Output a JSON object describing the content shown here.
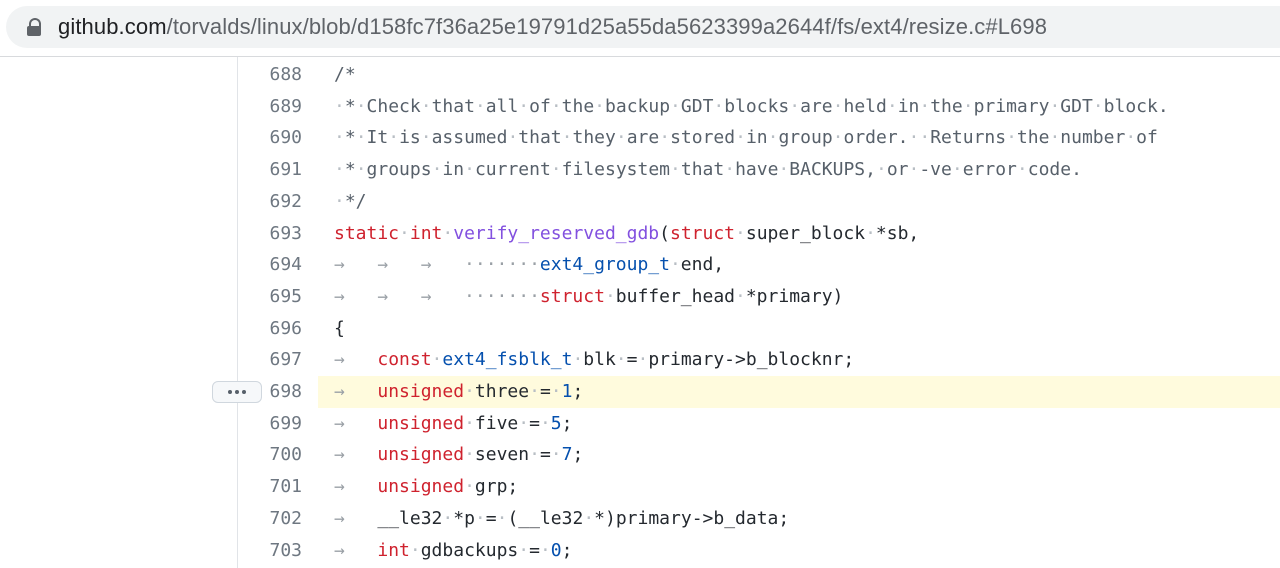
{
  "browser": {
    "url_host": "github.com",
    "url_path": "/torvalds/linux/blob/d158fc7f36a25e19791d25a55da5623399a2644f/fs/ext4/resize.c#L698"
  },
  "code": {
    "highlighted_line": "698",
    "lines": [
      {
        "n": "688",
        "tokens": [
          {
            "t": "/*",
            "c": "cm"
          }
        ]
      },
      {
        "n": "689",
        "tokens": [
          {
            "t": "·",
            "c": "ws"
          },
          {
            "t": "*",
            "c": "cm"
          },
          {
            "t": "·",
            "c": "ws"
          },
          {
            "t": "Check",
            "c": "cm"
          },
          {
            "t": "·",
            "c": "ws"
          },
          {
            "t": "that",
            "c": "cm"
          },
          {
            "t": "·",
            "c": "ws"
          },
          {
            "t": "all",
            "c": "cm"
          },
          {
            "t": "·",
            "c": "ws"
          },
          {
            "t": "of",
            "c": "cm"
          },
          {
            "t": "·",
            "c": "ws"
          },
          {
            "t": "the",
            "c": "cm"
          },
          {
            "t": "·",
            "c": "ws"
          },
          {
            "t": "backup",
            "c": "cm"
          },
          {
            "t": "·",
            "c": "ws"
          },
          {
            "t": "GDT",
            "c": "cm"
          },
          {
            "t": "·",
            "c": "ws"
          },
          {
            "t": "blocks",
            "c": "cm"
          },
          {
            "t": "·",
            "c": "ws"
          },
          {
            "t": "are",
            "c": "cm"
          },
          {
            "t": "·",
            "c": "ws"
          },
          {
            "t": "held",
            "c": "cm"
          },
          {
            "t": "·",
            "c": "ws"
          },
          {
            "t": "in",
            "c": "cm"
          },
          {
            "t": "·",
            "c": "ws"
          },
          {
            "t": "the",
            "c": "cm"
          },
          {
            "t": "·",
            "c": "ws"
          },
          {
            "t": "primary",
            "c": "cm"
          },
          {
            "t": "·",
            "c": "ws"
          },
          {
            "t": "GDT",
            "c": "cm"
          },
          {
            "t": "·",
            "c": "ws"
          },
          {
            "t": "block.",
            "c": "cm"
          }
        ]
      },
      {
        "n": "690",
        "tokens": [
          {
            "t": "·",
            "c": "ws"
          },
          {
            "t": "*",
            "c": "cm"
          },
          {
            "t": "·",
            "c": "ws"
          },
          {
            "t": "It",
            "c": "cm"
          },
          {
            "t": "·",
            "c": "ws"
          },
          {
            "t": "is",
            "c": "cm"
          },
          {
            "t": "·",
            "c": "ws"
          },
          {
            "t": "assumed",
            "c": "cm"
          },
          {
            "t": "·",
            "c": "ws"
          },
          {
            "t": "that",
            "c": "cm"
          },
          {
            "t": "·",
            "c": "ws"
          },
          {
            "t": "they",
            "c": "cm"
          },
          {
            "t": "·",
            "c": "ws"
          },
          {
            "t": "are",
            "c": "cm"
          },
          {
            "t": "·",
            "c": "ws"
          },
          {
            "t": "stored",
            "c": "cm"
          },
          {
            "t": "·",
            "c": "ws"
          },
          {
            "t": "in",
            "c": "cm"
          },
          {
            "t": "·",
            "c": "ws"
          },
          {
            "t": "group",
            "c": "cm"
          },
          {
            "t": "·",
            "c": "ws"
          },
          {
            "t": "order.",
            "c": "cm"
          },
          {
            "t": "··",
            "c": "ws"
          },
          {
            "t": "Returns",
            "c": "cm"
          },
          {
            "t": "·",
            "c": "ws"
          },
          {
            "t": "the",
            "c": "cm"
          },
          {
            "t": "·",
            "c": "ws"
          },
          {
            "t": "number",
            "c": "cm"
          },
          {
            "t": "·",
            "c": "ws"
          },
          {
            "t": "of",
            "c": "cm"
          }
        ]
      },
      {
        "n": "691",
        "tokens": [
          {
            "t": "·",
            "c": "ws"
          },
          {
            "t": "*",
            "c": "cm"
          },
          {
            "t": "·",
            "c": "ws"
          },
          {
            "t": "groups",
            "c": "cm"
          },
          {
            "t": "·",
            "c": "ws"
          },
          {
            "t": "in",
            "c": "cm"
          },
          {
            "t": "·",
            "c": "ws"
          },
          {
            "t": "current",
            "c": "cm"
          },
          {
            "t": "·",
            "c": "ws"
          },
          {
            "t": "filesystem",
            "c": "cm"
          },
          {
            "t": "·",
            "c": "ws"
          },
          {
            "t": "that",
            "c": "cm"
          },
          {
            "t": "·",
            "c": "ws"
          },
          {
            "t": "have",
            "c": "cm"
          },
          {
            "t": "·",
            "c": "ws"
          },
          {
            "t": "BACKUPS,",
            "c": "cm"
          },
          {
            "t": "·",
            "c": "ws"
          },
          {
            "t": "or",
            "c": "cm"
          },
          {
            "t": "·",
            "c": "ws"
          },
          {
            "t": "-ve",
            "c": "cm"
          },
          {
            "t": "·",
            "c": "ws"
          },
          {
            "t": "error",
            "c": "cm"
          },
          {
            "t": "·",
            "c": "ws"
          },
          {
            "t": "code.",
            "c": "cm"
          }
        ]
      },
      {
        "n": "692",
        "tokens": [
          {
            "t": "·",
            "c": "ws"
          },
          {
            "t": "*/",
            "c": "cm"
          }
        ]
      },
      {
        "n": "693",
        "tokens": [
          {
            "t": "static",
            "c": "kw"
          },
          {
            "t": "·",
            "c": "ws"
          },
          {
            "t": "int",
            "c": "kw"
          },
          {
            "t": "·",
            "c": "ws"
          },
          {
            "t": "verify_reserved_gdb",
            "c": "fn"
          },
          {
            "t": "(",
            "c": ""
          },
          {
            "t": "struct",
            "c": "kw"
          },
          {
            "t": "·",
            "c": "ws"
          },
          {
            "t": "super_block",
            "c": ""
          },
          {
            "t": "·",
            "c": "ws"
          },
          {
            "t": "*sb,",
            "c": ""
          }
        ]
      },
      {
        "n": "694",
        "tokens": [
          {
            "t": "→   →   →   ·······",
            "c": "arr"
          },
          {
            "t": "ext4_group_t",
            "c": "ty"
          },
          {
            "t": "·",
            "c": "ws"
          },
          {
            "t": "end,",
            "c": ""
          }
        ]
      },
      {
        "n": "695",
        "tokens": [
          {
            "t": "→   →   →   ·······",
            "c": "arr"
          },
          {
            "t": "struct",
            "c": "kw"
          },
          {
            "t": "·",
            "c": "ws"
          },
          {
            "t": "buffer_head",
            "c": ""
          },
          {
            "t": "·",
            "c": "ws"
          },
          {
            "t": "*primary)",
            "c": ""
          }
        ]
      },
      {
        "n": "696",
        "tokens": [
          {
            "t": "{",
            "c": ""
          }
        ]
      },
      {
        "n": "697",
        "tokens": [
          {
            "t": "→   ",
            "c": "arr"
          },
          {
            "t": "const",
            "c": "kw"
          },
          {
            "t": "·",
            "c": "ws"
          },
          {
            "t": "ext4_fsblk_t",
            "c": "ty"
          },
          {
            "t": "·",
            "c": "ws"
          },
          {
            "t": "blk",
            "c": ""
          },
          {
            "t": "·",
            "c": "ws"
          },
          {
            "t": "=",
            "c": ""
          },
          {
            "t": "·",
            "c": "ws"
          },
          {
            "t": "primary->b_blocknr;",
            "c": ""
          }
        ]
      },
      {
        "n": "698",
        "tokens": [
          {
            "t": "→   ",
            "c": "arr"
          },
          {
            "t": "unsigned",
            "c": "kw"
          },
          {
            "t": "·",
            "c": "ws"
          },
          {
            "t": "three",
            "c": ""
          },
          {
            "t": "·",
            "c": "ws"
          },
          {
            "t": "=",
            "c": ""
          },
          {
            "t": "·",
            "c": "ws"
          },
          {
            "t": "1",
            "c": "num"
          },
          {
            "t": ";",
            "c": ""
          }
        ]
      },
      {
        "n": "699",
        "tokens": [
          {
            "t": "→   ",
            "c": "arr"
          },
          {
            "t": "unsigned",
            "c": "kw"
          },
          {
            "t": "·",
            "c": "ws"
          },
          {
            "t": "five",
            "c": ""
          },
          {
            "t": "·",
            "c": "ws"
          },
          {
            "t": "=",
            "c": ""
          },
          {
            "t": "·",
            "c": "ws"
          },
          {
            "t": "5",
            "c": "num"
          },
          {
            "t": ";",
            "c": ""
          }
        ]
      },
      {
        "n": "700",
        "tokens": [
          {
            "t": "→   ",
            "c": "arr"
          },
          {
            "t": "unsigned",
            "c": "kw"
          },
          {
            "t": "·",
            "c": "ws"
          },
          {
            "t": "seven",
            "c": ""
          },
          {
            "t": "·",
            "c": "ws"
          },
          {
            "t": "=",
            "c": ""
          },
          {
            "t": "·",
            "c": "ws"
          },
          {
            "t": "7",
            "c": "num"
          },
          {
            "t": ";",
            "c": ""
          }
        ]
      },
      {
        "n": "701",
        "tokens": [
          {
            "t": "→   ",
            "c": "arr"
          },
          {
            "t": "unsigned",
            "c": "kw"
          },
          {
            "t": "·",
            "c": "ws"
          },
          {
            "t": "grp;",
            "c": ""
          }
        ]
      },
      {
        "n": "702",
        "tokens": [
          {
            "t": "→   ",
            "c": "arr"
          },
          {
            "t": "__le32",
            "c": ""
          },
          {
            "t": "·",
            "c": "ws"
          },
          {
            "t": "*p",
            "c": ""
          },
          {
            "t": "·",
            "c": "ws"
          },
          {
            "t": "=",
            "c": ""
          },
          {
            "t": "·",
            "c": "ws"
          },
          {
            "t": "(__le32",
            "c": ""
          },
          {
            "t": "·",
            "c": "ws"
          },
          {
            "t": "*)primary->b_data;",
            "c": ""
          }
        ]
      },
      {
        "n": "703",
        "tokens": [
          {
            "t": "→   ",
            "c": "arr"
          },
          {
            "t": "int",
            "c": "kw"
          },
          {
            "t": "·",
            "c": "ws"
          },
          {
            "t": "gdbackups",
            "c": ""
          },
          {
            "t": "·",
            "c": "ws"
          },
          {
            "t": "=",
            "c": ""
          },
          {
            "t": "·",
            "c": "ws"
          },
          {
            "t": "0",
            "c": "num"
          },
          {
            "t": ";",
            "c": ""
          }
        ]
      }
    ]
  },
  "icons": {
    "lock": "lock-icon",
    "more": "kebab-horizontal-icon"
  },
  "colors": {
    "highlight": "#fffbdd",
    "keyword": "#cf222e",
    "type": "#0550ae",
    "function": "#8250df",
    "comment": "#57606a"
  }
}
